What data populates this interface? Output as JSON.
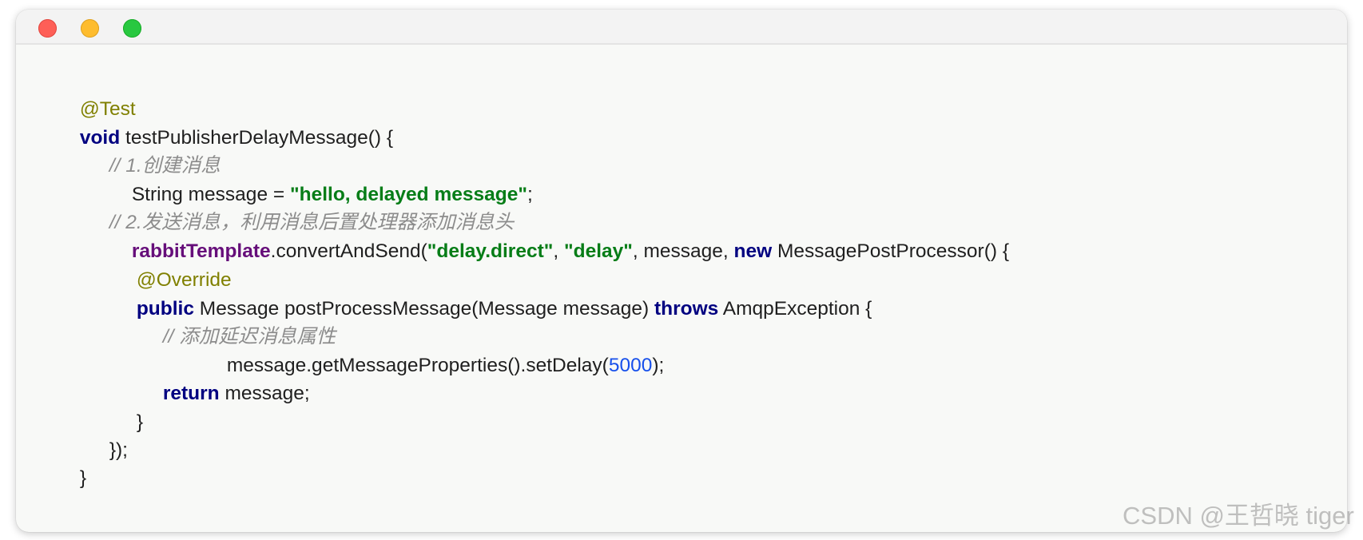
{
  "window": {
    "controls": [
      "close",
      "minimize",
      "maximize"
    ],
    "colors": {
      "close": "#fe5f57",
      "minimize": "#febc2e",
      "maximize": "#28c840"
    }
  },
  "code": {
    "l1": {
      "annotation": "@Test"
    },
    "l2": {
      "keyword": "void",
      "text": " testPublisherDelayMessage() {"
    },
    "l3": {
      "comment": "// 1.创建消息"
    },
    "l4": {
      "text1": "String message = ",
      "string": "\"hello, delayed message\"",
      "text2": ";"
    },
    "l5": {
      "comment": "// 2.发送消息，利用消息后置处理器添加消息头"
    },
    "l6": {
      "field": "rabbitTemplate",
      "text1": ".convertAndSend(",
      "string1": "\"delay.direct\"",
      "text2": ", ",
      "string2": "\"delay\"",
      "text3": ", message, ",
      "keyword": "new",
      "text4": " MessagePostProcessor() {"
    },
    "l7": {
      "annotation": "@Override"
    },
    "l8": {
      "keyword1": "public",
      "text1": " Message postProcessMessage(Message message) ",
      "keyword2": "throws",
      "text2": " AmqpException {"
    },
    "l9": {
      "comment": "// 添加延迟消息属性"
    },
    "l10": {
      "text1": "message.getMessageProperties().setDelay(",
      "number": "5000",
      "text2": ");"
    },
    "l11": {
      "keyword": "return",
      "text": " message;"
    },
    "l12": {
      "text": "}"
    },
    "l13": {
      "text": "});"
    },
    "l14": {
      "text": "}"
    }
  },
  "watermark": "CSDN @王哲晓 tiger"
}
